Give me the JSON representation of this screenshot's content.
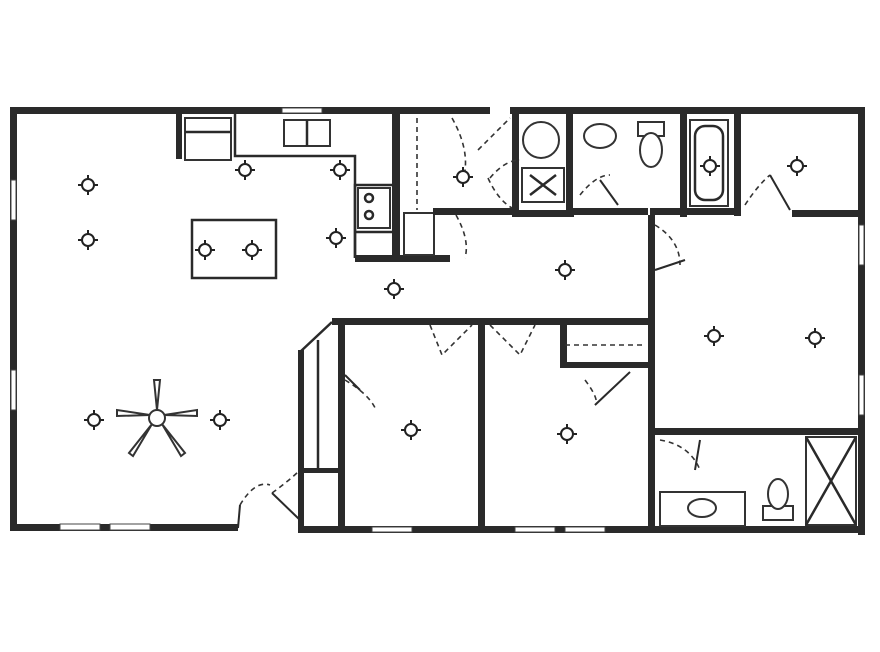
{
  "title": "",
  "rooms": [
    "great-room",
    "kitchen",
    "pantry-laundry",
    "hall-bath",
    "hall-bath-2",
    "bedroom-2",
    "bedroom-3",
    "master-bedroom",
    "master-bath"
  ],
  "fixture_icons": [
    "ceiling-light-icon",
    "ceiling-fan-icon",
    "sink-icon",
    "toilet-icon",
    "bathtub-icon",
    "shower-icon",
    "range-icon",
    "washer-icon",
    "dryer-icon",
    "water-heater-icon"
  ],
  "colors": {
    "wall": "#2a2a2a",
    "background": "#ffffff"
  }
}
